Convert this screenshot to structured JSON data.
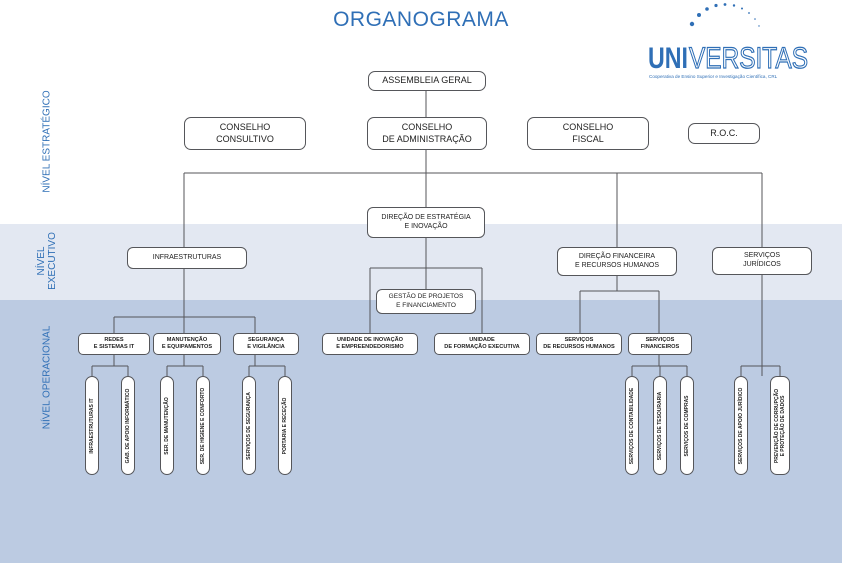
{
  "title": "ORGANOGRAMA",
  "logo": {
    "word": "UNIVERSITAS",
    "subtitle": "Cooperativa de Ensino Superior e Investigação Científica, CRL",
    "color": "#2f6fb6"
  },
  "levels": {
    "strategic": "NÍVEL ESTRATÉGICO",
    "executive_line1": "NÍVEL",
    "executive_line2": "EXECUTIVO",
    "operational": "NÍVEL OPERACIONAL"
  },
  "colors": {
    "accent": "#2f6fb6",
    "executive_band": "#e3e8f2",
    "operational_band": "#bccbe2"
  },
  "strategic": {
    "assembleia": "ASSEMBLEIA GERAL",
    "consultivo_1": "CONSELHO",
    "consultivo_2": "CONSULTIVO",
    "administracao_1": "CONSELHO",
    "administracao_2": "DE ADMINISTRAÇÃO",
    "fiscal_1": "CONSELHO",
    "fiscal_2": "FISCAL",
    "roc": "R.O.C."
  },
  "executive": {
    "estrategia_1": "DIREÇÃO DE ESTRATÉGIA",
    "estrategia_2": "E INOVAÇÃO",
    "infraestruturas": "INFRAESTRUTURAS",
    "financeira_1": "DIREÇÃO FINANCEIRA",
    "financeira_2": "E RECURSOS HUMANOS",
    "juridicos_1": "SERVIÇOS",
    "juridicos_2": "JURÍDICOS"
  },
  "operational": {
    "gestao_1": "GESTÃO DE PROJETOS",
    "gestao_2": "E FINANCIAMENTO",
    "redes_1": "REDES",
    "redes_2": "E SISTEMAS IT",
    "manutencao_1": "MANUTENÇÃO",
    "manutencao_2": "E EQUIPAMENTOS",
    "seguranca_1": "SEGURANÇA",
    "seguranca_2": "E VIGILÂNCIA",
    "inovacao_1": "UNIDADE DE INOVAÇÃO",
    "inovacao_2": "E EMPREENDEDORISMO",
    "formacao_1": "UNIDADE",
    "formacao_2": "DE FORMAÇÃO EXECUTIVA",
    "rh_1": "SERVIÇOS",
    "rh_2": "DE RECURSOS HUMANOS",
    "financeiros_1": "SERVIÇOS",
    "financeiros_2": "FINANCEIROS",
    "v_infra_it": "INFRAESTRUTURAS IT",
    "v_gabinete": "GAB. DE APOIO INFORMÁTICO",
    "v_manutencao": "SER. DE MANUTENÇÃO",
    "v_higiene": "SER. DE HIGIENE E CONFORTO",
    "v_seguranca": "SERVIÇOS DE SEGURANÇA",
    "v_portaria": "PORTARIA E RECEÇÃO",
    "v_contabilidade": "SERVIÇOS DE CONTABILIDADE",
    "v_tesouraria": "SERVIÇOS DE TESOURARIA",
    "v_compras": "SERVIÇOS DE COMPRAS",
    "v_juridico": "SERVIÇOS DE APOIO JURÍDICO",
    "v_corrupcao_1": "PREVENÇÃO DE CORRUPÇÃO",
    "v_corrupcao_2": "E PROTEÇÃO DE DADOS"
  }
}
